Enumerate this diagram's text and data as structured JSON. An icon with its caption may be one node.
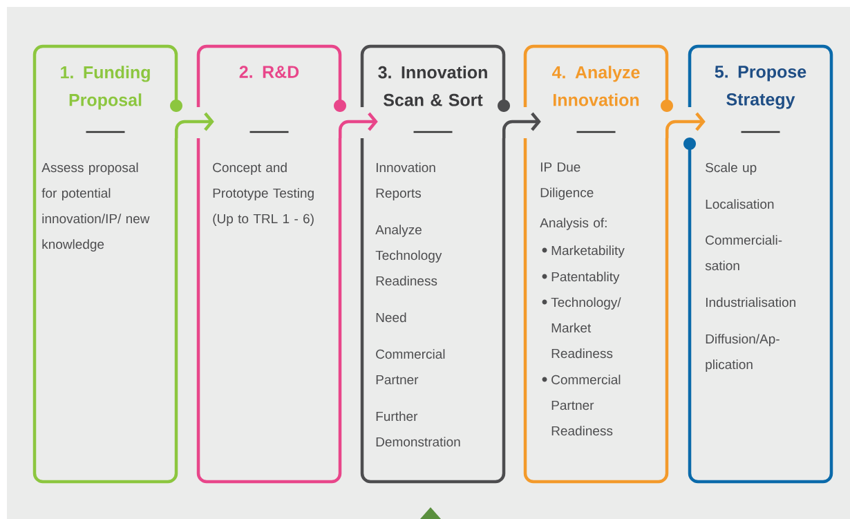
{
  "diagram": {
    "nodes": [
      {
        "text": [
          "1. Funding Proposal",
          "Assess proposal for potential innovation/IP/ new knowledge"
        ]
      },
      {
        "text": [
          "2. R&D",
          "Concept and Prototype Testing (Up to TRL 1 - 6)"
        ]
      },
      {
        "text": [
          "3. Innovation Scan & Sort",
          "Innovation Reports",
          "Analyze Technology Readiness",
          "Need",
          "Commercial Partner",
          "Further Demonstration"
        ]
      },
      {
        "text": [
          "4. Analyze Innovation",
          "IP Due Diligence",
          "Analysis of:",
          "Marketability",
          "Patentablity",
          "Technology/ Market Readiness",
          "Commercial Partner Readiness"
        ]
      },
      {
        "text": [
          "5. Propose Strategy",
          "Scale up",
          "Localisation",
          "Commerciali-sation",
          "Industrialisation",
          "Diffusion/Ap-plication"
        ]
      }
    ],
    "edges": [
      {
        "from": 0,
        "to": 1,
        "arrow": "to",
        "color": "#8cc63f"
      },
      {
        "from": 1,
        "to": 2,
        "arrow": "to",
        "color": "#e8468a"
      },
      {
        "from": 2,
        "to": 3,
        "arrow": "to",
        "color": "#4d4d4f"
      },
      {
        "from": 3,
        "to": 4,
        "arrow": "to",
        "color": "#f39a2b"
      }
    ]
  }
}
